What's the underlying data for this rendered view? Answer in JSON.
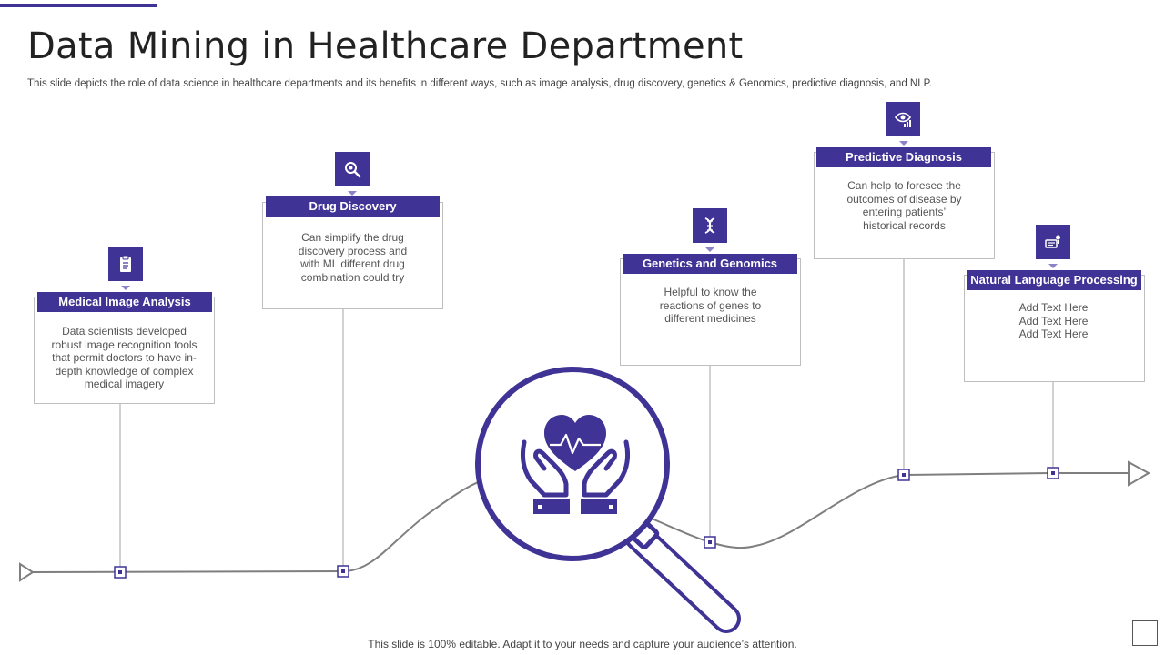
{
  "page": {
    "title": "Data Mining in Healthcare Department",
    "subtitle": "This slide depicts the role of data science in healthcare departments and its benefits in different ways, such as image analysis, drug discovery, genetics & Genomics, predictive diagnosis, and NLP.",
    "footer": "This slide is 100% editable. Adapt it to your needs and capture your audience’s attention."
  },
  "colors": {
    "accent": "#3f3395",
    "line": "#7f7f7f",
    "border": "#bfbfbf"
  },
  "center_icon": "heart-in-hands-magnifier-icon",
  "cards": [
    {
      "title": "Medical Image Analysis",
      "icon": "clipboard-icon",
      "lines": [
        "Data scientists developed",
        "robust image recognition tools",
        "that permit doctors to have in-",
        "depth knowledge of complex",
        "medical imagery"
      ]
    },
    {
      "title": "Drug Discovery",
      "icon": "search-icon",
      "lines": [
        "Can simplify the drug",
        "discovery process and",
        "with ML different drug",
        "combination could try"
      ]
    },
    {
      "title": "Genetics and Genomics",
      "icon": "dna-icon",
      "lines": [
        "Helpful to know the",
        "reactions of genes to",
        "different medicines"
      ]
    },
    {
      "title": "Predictive Diagnosis",
      "icon": "eye-chart-icon",
      "lines": [
        "Can help to foresee the",
        "outcomes of disease by",
        "entering patients’",
        "historical records"
      ]
    },
    {
      "title": "Natural Language Processing",
      "icon": "chat-device-icon",
      "lines": [
        "Add Text Here",
        "Add Text Here",
        "Add Text Here"
      ]
    }
  ]
}
